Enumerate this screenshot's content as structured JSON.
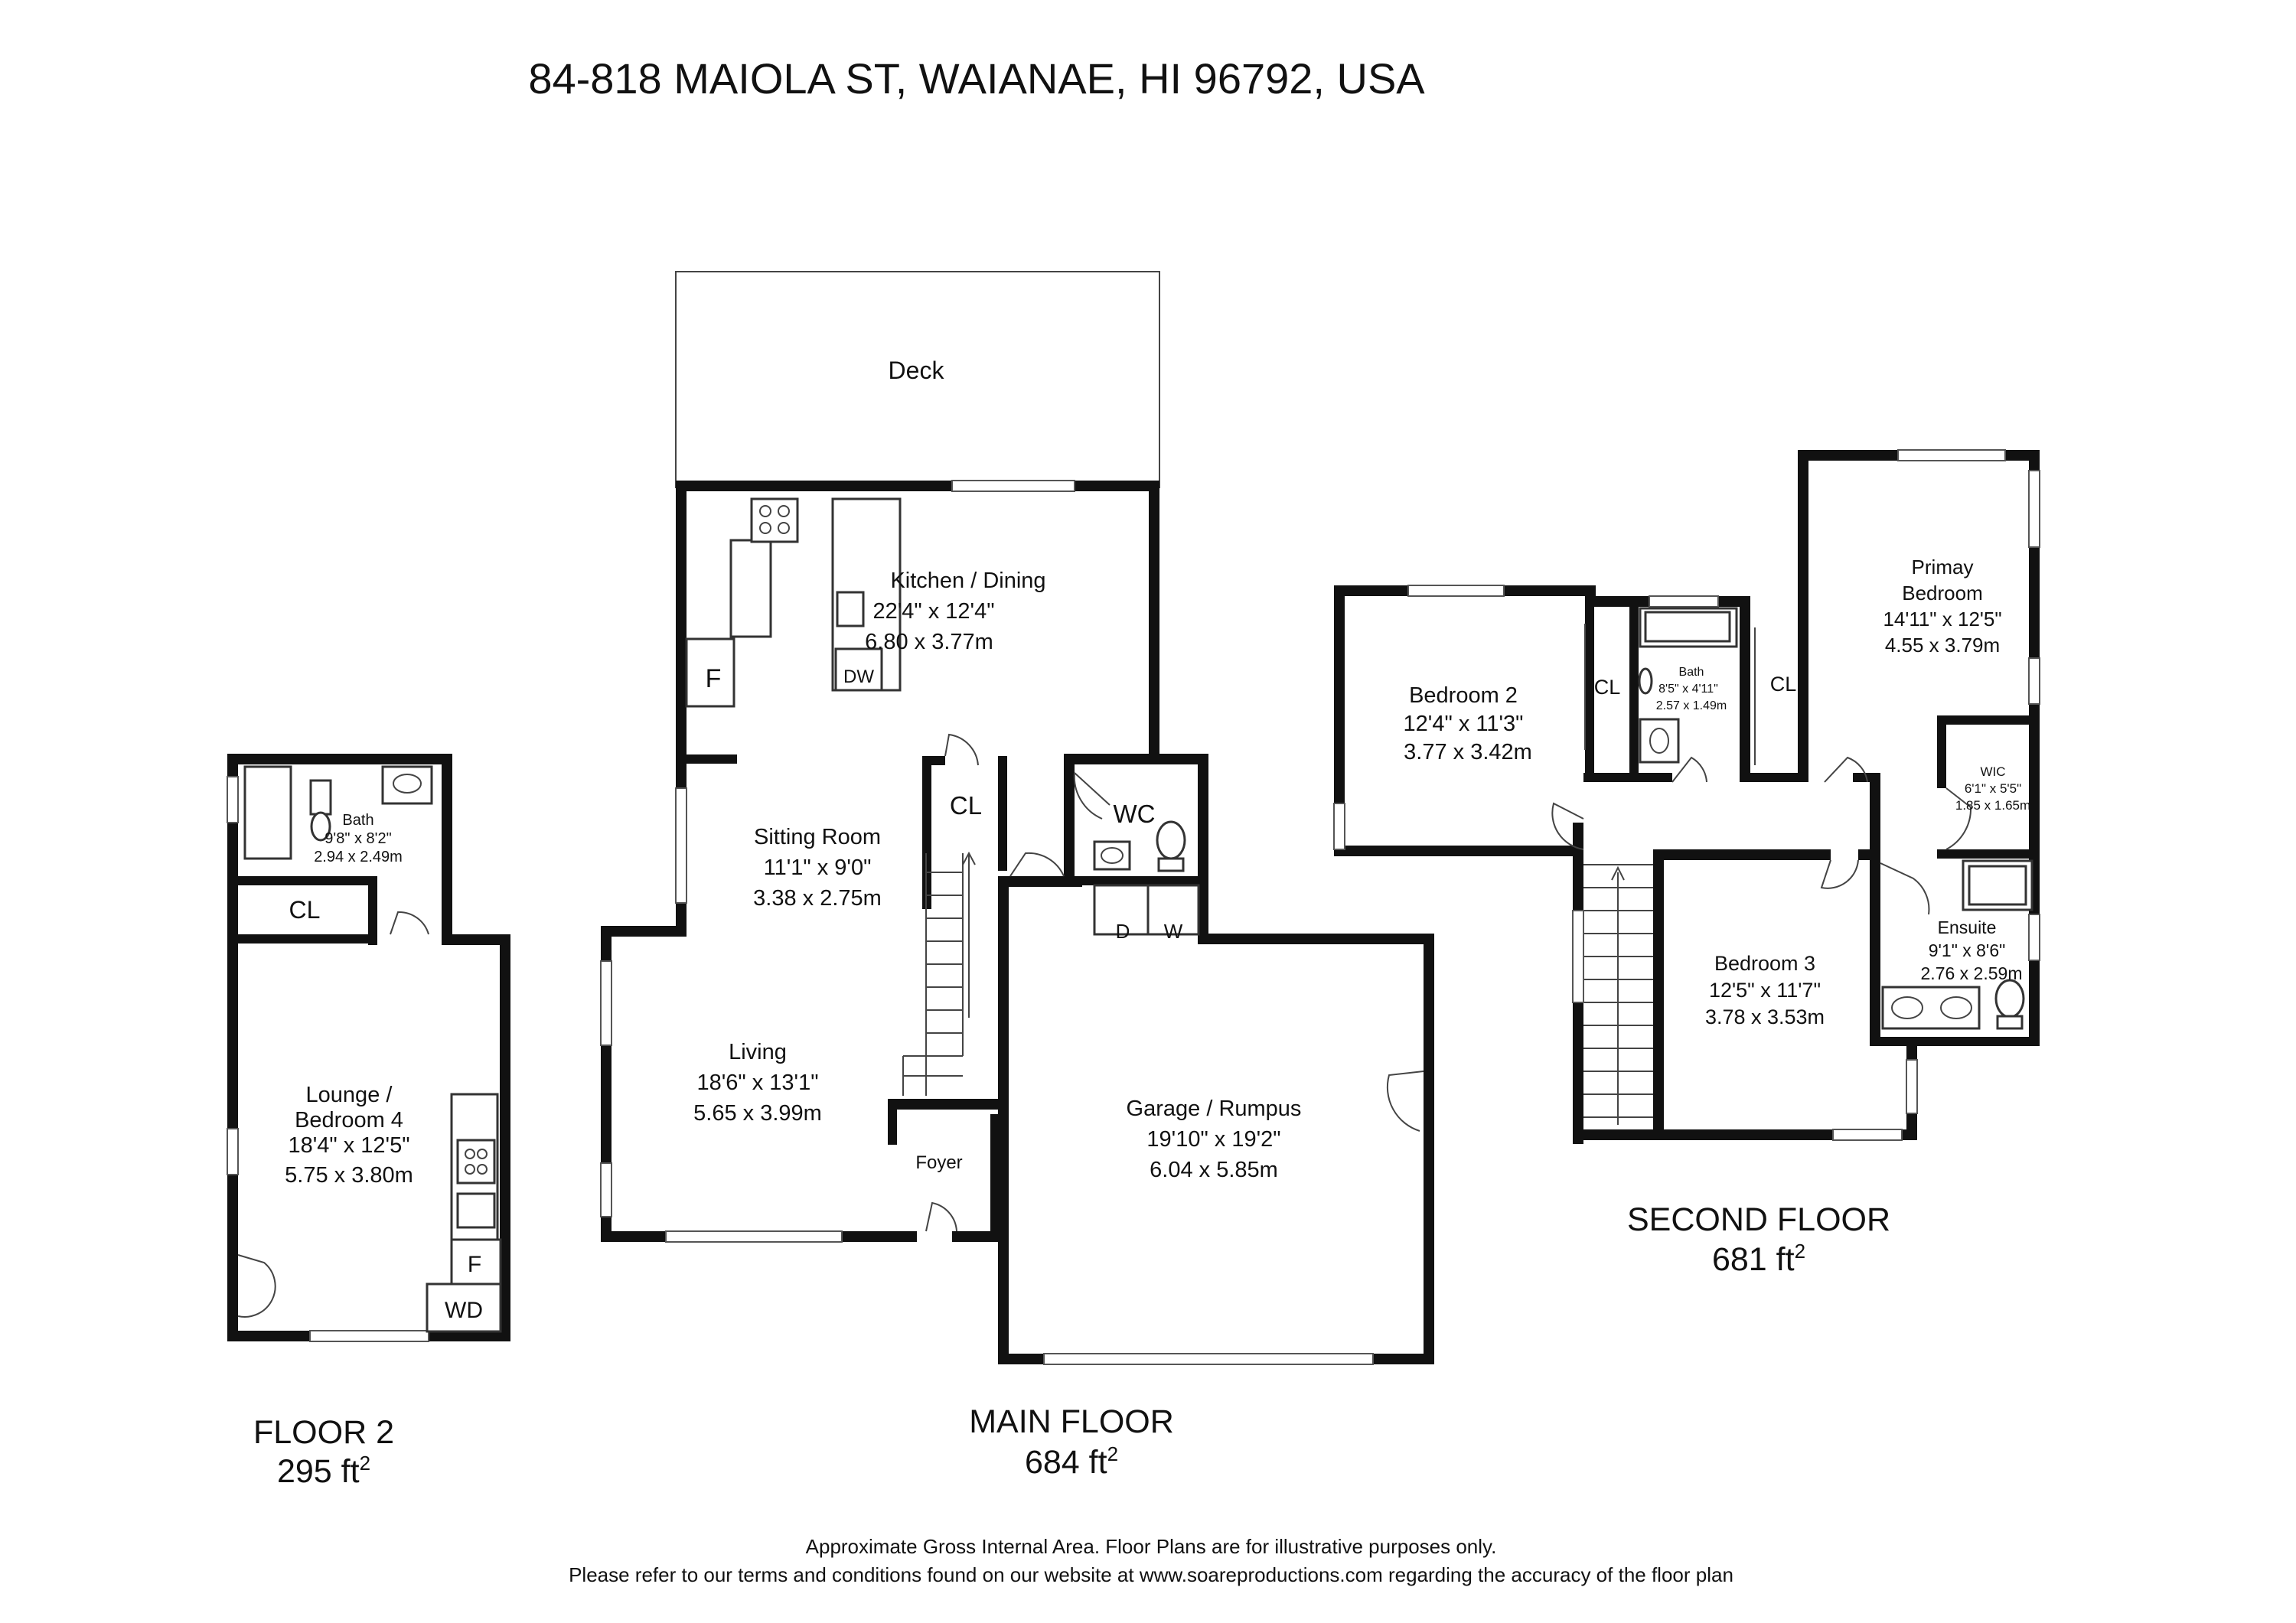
{
  "title": "84-818 MAIOLA ST, WAIANAE, HI 96792, USA",
  "floors": [
    {
      "name": "FLOOR 2",
      "area": "295 ft",
      "area_sup": "2",
      "rooms": [
        {
          "key": "bath",
          "lines": [
            "Bath",
            "9'8\" x 8'2\"",
            "2.94 x 2.49m"
          ]
        },
        {
          "key": "cl",
          "lines": [
            "CL"
          ]
        },
        {
          "key": "lounge",
          "lines": [
            "Lounge /",
            "Bedroom 4",
            "18'4\" x 12'5\"",
            "5.75 x 3.80m"
          ]
        },
        {
          "key": "f",
          "lines": [
            "F"
          ]
        },
        {
          "key": "wd",
          "lines": [
            "WD"
          ]
        }
      ]
    },
    {
      "name": "MAIN FLOOR",
      "area": "684 ft",
      "area_sup": "2",
      "rooms": [
        {
          "key": "deck",
          "lines": [
            "Deck"
          ]
        },
        {
          "key": "kitchen",
          "lines": [
            "Kitchen / Dining",
            "22'4\" x 12'4\"",
            "6.80 x 3.77m"
          ]
        },
        {
          "key": "f",
          "lines": [
            "F"
          ]
        },
        {
          "key": "dw",
          "lines": [
            "DW"
          ]
        },
        {
          "key": "sitting",
          "lines": [
            "Sitting Room",
            "11'1\" x 9'0\"",
            "3.38 x 2.75m"
          ]
        },
        {
          "key": "cl",
          "lines": [
            "CL"
          ]
        },
        {
          "key": "wc",
          "lines": [
            "WC"
          ]
        },
        {
          "key": "d",
          "lines": [
            "D"
          ]
        },
        {
          "key": "w",
          "lines": [
            "W"
          ]
        },
        {
          "key": "living",
          "lines": [
            "Living",
            "18'6\" x 13'1\"",
            "5.65 x 3.99m"
          ]
        },
        {
          "key": "foyer",
          "lines": [
            "Foyer"
          ]
        },
        {
          "key": "garage",
          "lines": [
            "Garage / Rumpus",
            "19'10\" x 19'2\"",
            "6.04 x 5.85m"
          ]
        }
      ]
    },
    {
      "name": "SECOND FLOOR",
      "area": "681 ft",
      "area_sup": "2",
      "rooms": [
        {
          "key": "bed2",
          "lines": [
            "Bedroom 2",
            "12'4\" x 11'3\"",
            "3.77 x 3.42m"
          ]
        },
        {
          "key": "cl1",
          "lines": [
            "CL"
          ]
        },
        {
          "key": "bath",
          "lines": [
            "Bath",
            "8'5\" x 4'11\"",
            "2.57 x 1.49m"
          ]
        },
        {
          "key": "cl2",
          "lines": [
            "CL"
          ]
        },
        {
          "key": "primary",
          "lines": [
            "Primay",
            "Bedroom",
            "14'11\" x 12'5\"",
            "4.55 x 3.79m"
          ]
        },
        {
          "key": "wic",
          "lines": [
            "WIC",
            "6'1\" x 5'5\"",
            "1.85 x 1.65m"
          ]
        },
        {
          "key": "bed3",
          "lines": [
            "Bedroom 3",
            "12'5\" x 11'7\"",
            "3.78 x 3.53m"
          ]
        },
        {
          "key": "ensuite",
          "lines": [
            "Ensuite",
            "9'1\" x 8'6\"",
            "2.76 x 2.59m"
          ]
        }
      ]
    }
  ],
  "footer": {
    "line1": "Approximate Gross Internal Area. Floor Plans are for illustrative purposes only.",
    "line2": "Please refer to our terms and conditions found on our website at www.soareproductions.com regarding the accuracy of the floor plan"
  }
}
